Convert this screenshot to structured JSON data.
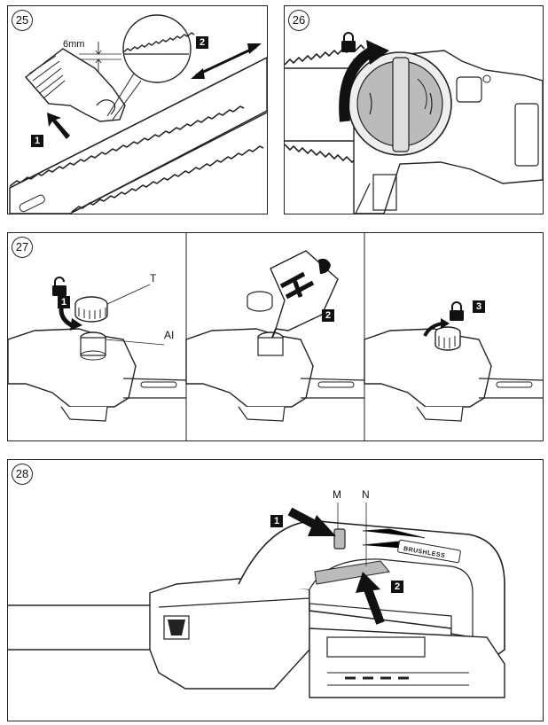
{
  "panels": [
    {
      "number": "25",
      "badges": [
        "1",
        "2"
      ],
      "labels": {
        "gap": "6mm"
      }
    },
    {
      "number": "26",
      "badges": [],
      "labels": {}
    },
    {
      "number": "27",
      "badges": [
        "1",
        "2",
        "3"
      ],
      "labels": {
        "cap": "T",
        "inlet": "AI"
      }
    },
    {
      "number": "28",
      "badges": [
        "1",
        "2"
      ],
      "labels": {
        "lever_m": "M",
        "lever_n": "N",
        "brand": "BRUSHLESS"
      }
    }
  ],
  "icons": [
    "hand-icon",
    "lock-icon",
    "unlock-icon",
    "oil-bottle-icon",
    "arrow-icon"
  ],
  "colors": {
    "line": "#222222",
    "fill_light": "#eeeeee",
    "fill_grey": "#bbbbbb",
    "badge": "#111111"
  }
}
